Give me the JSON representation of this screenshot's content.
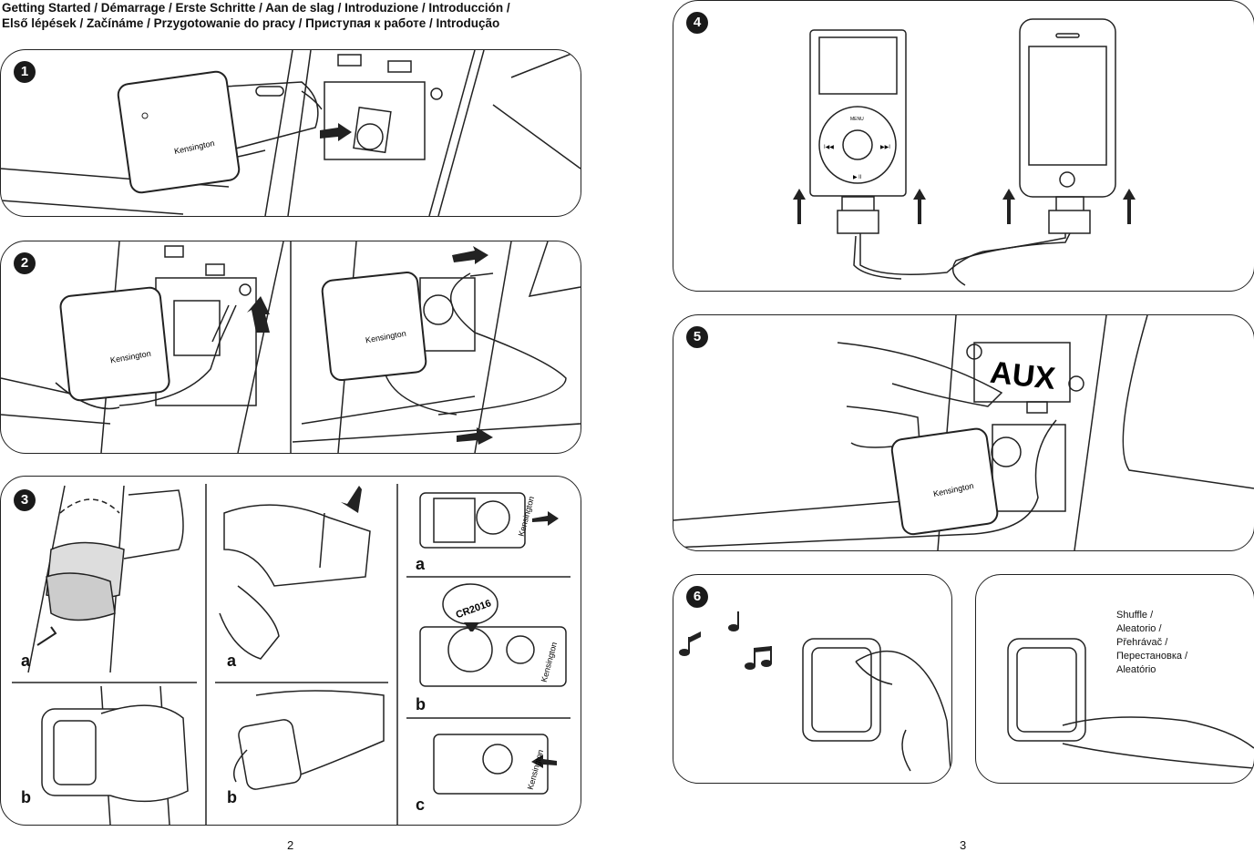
{
  "header": {
    "line1": "Getting Started / Démarrage / Erste Schritte / Aan de slag / Introduzione / Introducción /",
    "line2": "Első lépések / Začínáme / Przygotowanie do pracy / Приступая к работе / Introdução"
  },
  "steps": {
    "s1": "1",
    "s2": "2",
    "s3": "3",
    "s4": "4",
    "s5": "5",
    "s6": "6"
  },
  "step3_labels": {
    "left_a": "a",
    "left_b": "b",
    "mid_a": "a",
    "mid_b": "b",
    "right_a": "a",
    "right_b": "b",
    "right_c": "c"
  },
  "brand": "Kensington",
  "battery": "CR2016",
  "car_display": "AUX",
  "ipod": {
    "menu": "MENU",
    "play": "▶ ll",
    "prev": "I◀◀",
    "next": "▶▶I"
  },
  "shuffle_text": [
    "Shuffle /",
    "Aleatorio /",
    "Přehrávač /",
    "Перестановка /",
    "Aleatório"
  ],
  "page_numbers": {
    "left": "2",
    "right": "3"
  }
}
